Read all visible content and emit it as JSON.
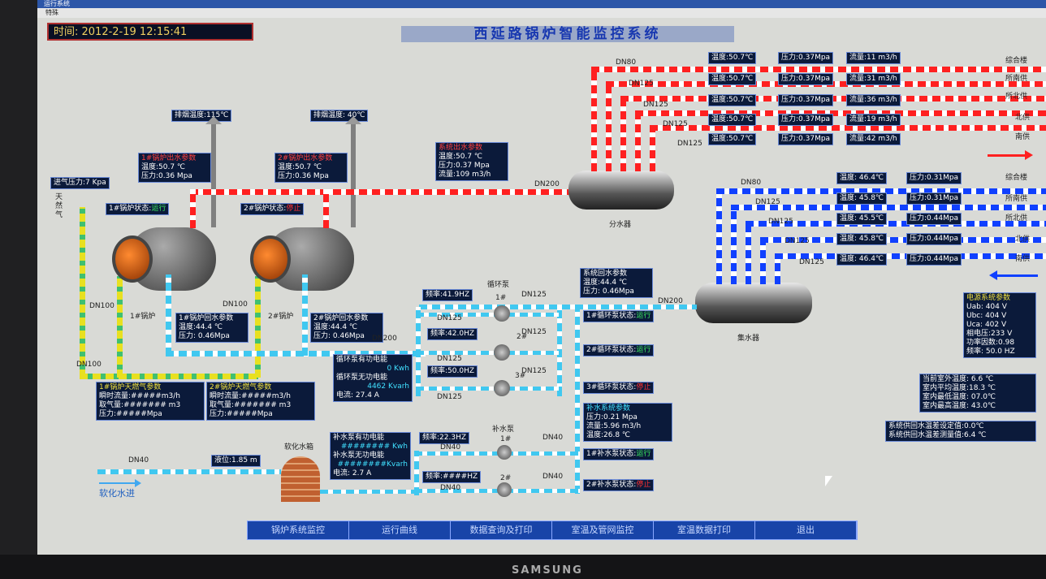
{
  "window": {
    "title": "运行系统",
    "menu": "特殊"
  },
  "header": {
    "time": "时间: 2012-2-19  12:15:41",
    "title": "西延路锅炉智能监控系统"
  },
  "exhaust": {
    "b1": "排烟温度:115℃",
    "b2": "排烟温度: 40℃"
  },
  "gas_pressure": "进气压力:7 Kpa",
  "gas_label": "天然气",
  "boiler1": {
    "out_title": "1#锅炉出水参数",
    "out_temp": "温度:50.7 ℃",
    "out_press": "压力:0.36 Mpa",
    "state_label": "1#锅炉状态:",
    "state": "运行",
    "name": "1#锅炉",
    "ret_title": "1#锅炉回水参数",
    "ret_temp": "温度:44.4 ℃",
    "ret_press": "压力: 0.46Mpa",
    "gas_title": "1#锅炉天燃气参数",
    "gas_flow": "瞬时流量:#####m3/h",
    "gas_total": "取气量:####### m3",
    "gas_press": "压力:#####Mpa"
  },
  "boiler2": {
    "out_title": "2#锅炉出水参数",
    "out_temp": "温度:50.7 ℃",
    "out_press": "压力:0.36 Mpa",
    "state_label": "2#锅炉状态:",
    "state": "停止",
    "name": "2#锅炉",
    "ret_title": "2#锅炉回水参数",
    "ret_temp": "温度:44.4 ℃",
    "ret_press": "压力: 0.46Mpa",
    "gas_title": "2#锅炉天燃气参数",
    "gas_flow": "瞬时流量:#####m3/h",
    "gas_total": "取气量:####### m3",
    "gas_press": "压力:#####Mpa"
  },
  "supply": {
    "title": "系统出水参数",
    "temp": "温度:50.7 ℃",
    "press": "压力:0.37 Mpa",
    "flow": "流量:109 m3/h"
  },
  "return_sys": {
    "title": "系统回水参数",
    "temp": "温度:44.4 ℃",
    "press": "压力: 0.46Mpa"
  },
  "dn": {
    "dn200": "DN200",
    "dn100": "DN100",
    "dn125": "DN125",
    "dn80": "DN80",
    "dn40": "DN40"
  },
  "divider": "分水器",
  "collector": "集水器",
  "out_branches": [
    {
      "temp": "温度:50.7℃",
      "press": "压力:0.37Mpa",
      "flow": "流量:11 m3/h",
      "name": "综合楼"
    },
    {
      "temp": "温度:50.7℃",
      "press": "压力:0.37Mpa",
      "flow": "流量:31 m3/h",
      "name": "所南供"
    },
    {
      "temp": "温度:50.7℃",
      "press": "压力:0.37Mpa",
      "flow": "流量:36 m3/h",
      "name": "所北供"
    },
    {
      "temp": "温度:50.7℃",
      "press": "压力:0.37Mpa",
      "flow": "流量:19 m3/h",
      "name": "北供"
    },
    {
      "temp": "温度:50.7℃",
      "press": "压力:0.37Mpa",
      "flow": "流量:42 m3/h",
      "name": "南供"
    }
  ],
  "ret_branches": [
    {
      "temp": "温度: 46.4℃",
      "press": "压力:0.31Mpa",
      "name": "综合楼"
    },
    {
      "temp": "温度: 45.8℃",
      "press": "压力:0.31Mpa",
      "name": "所南供"
    },
    {
      "temp": "温度: 45.5℃",
      "press": "压力:0.44Mpa",
      "name": "所北供"
    },
    {
      "temp": "温度: 45.8℃",
      "press": "压力:0.44Mpa",
      "name": "北供"
    },
    {
      "temp": "温度: 46.4℃",
      "press": "压力:0.44Mpa",
      "name": "南供"
    }
  ],
  "circ": {
    "title": "循环泵",
    "freq1": "频率:41.9HZ",
    "freq2": "频率:42.0HZ",
    "freq3": "频率:50.0HZ",
    "p1": "1#",
    "p2": "2#",
    "p3": "3#",
    "s1_label": "1#循环泵状态:",
    "s1": "运行",
    "s2_label": "2#循环泵状态:",
    "s2": "运行",
    "s3_label": "3#循环泵状态:",
    "s3": "停止",
    "energy_title": "循环泵有功电能",
    "energy_val": "0   Kwh",
    "reactive_title": "循环泵无功电能",
    "reactive_val": "4462  Kvarh",
    "current": "电流: 27.4 A"
  },
  "makeup": {
    "title": "补水泵",
    "freq1": "频率:22.3HZ",
    "freq2": "频率:####HZ",
    "p1": "1#",
    "p2": "2#",
    "s1_label": "1#补水泵状态:",
    "s1": "运行",
    "s2_label": "2#补水泵状态:",
    "s2": "停止",
    "params_title": "补水系统参数",
    "press": "压力:0.21 Mpa",
    "flow": "流量:5.96 m3/h",
    "temp": "温度:26.8 ℃",
    "energy_title": "补水泵有功电能",
    "energy_val": "######## Kwh",
    "reactive_title": "补水泵无功电能",
    "reactive_val": "########Kvarh",
    "current": "电流: 2.7  A"
  },
  "softener": {
    "tank": "软化水箱",
    "level": "液位:1.85 m",
    "inlet": "软化水进"
  },
  "power": {
    "title": "电源系统参数",
    "uab": "Uab: 404 V",
    "ubc": "Ubc: 404 V",
    "uca": "Uca: 402 V",
    "phase": "相电压:233 V",
    "pf": "功率因数:0.98",
    "freq": "频率: 50.0 HZ"
  },
  "weather": {
    "outdoor": "当前室外温度: 6.6 ℃",
    "avg": "室内平均温度:18.3 ℃",
    "min": "室内最低温度: 07.0℃",
    "max": "室内最高温度: 43.0℃"
  },
  "diff": {
    "set": "系统供回水温差设定值:0.0℃",
    "meas": "系统供回水温差测量值:6.4 ℃"
  },
  "nav": [
    "锅炉系统监控",
    "运行曲线",
    "数据查询及打印",
    "室温及管网监控",
    "室温数据打印",
    "退出"
  ],
  "brand": "SAMSUNG"
}
